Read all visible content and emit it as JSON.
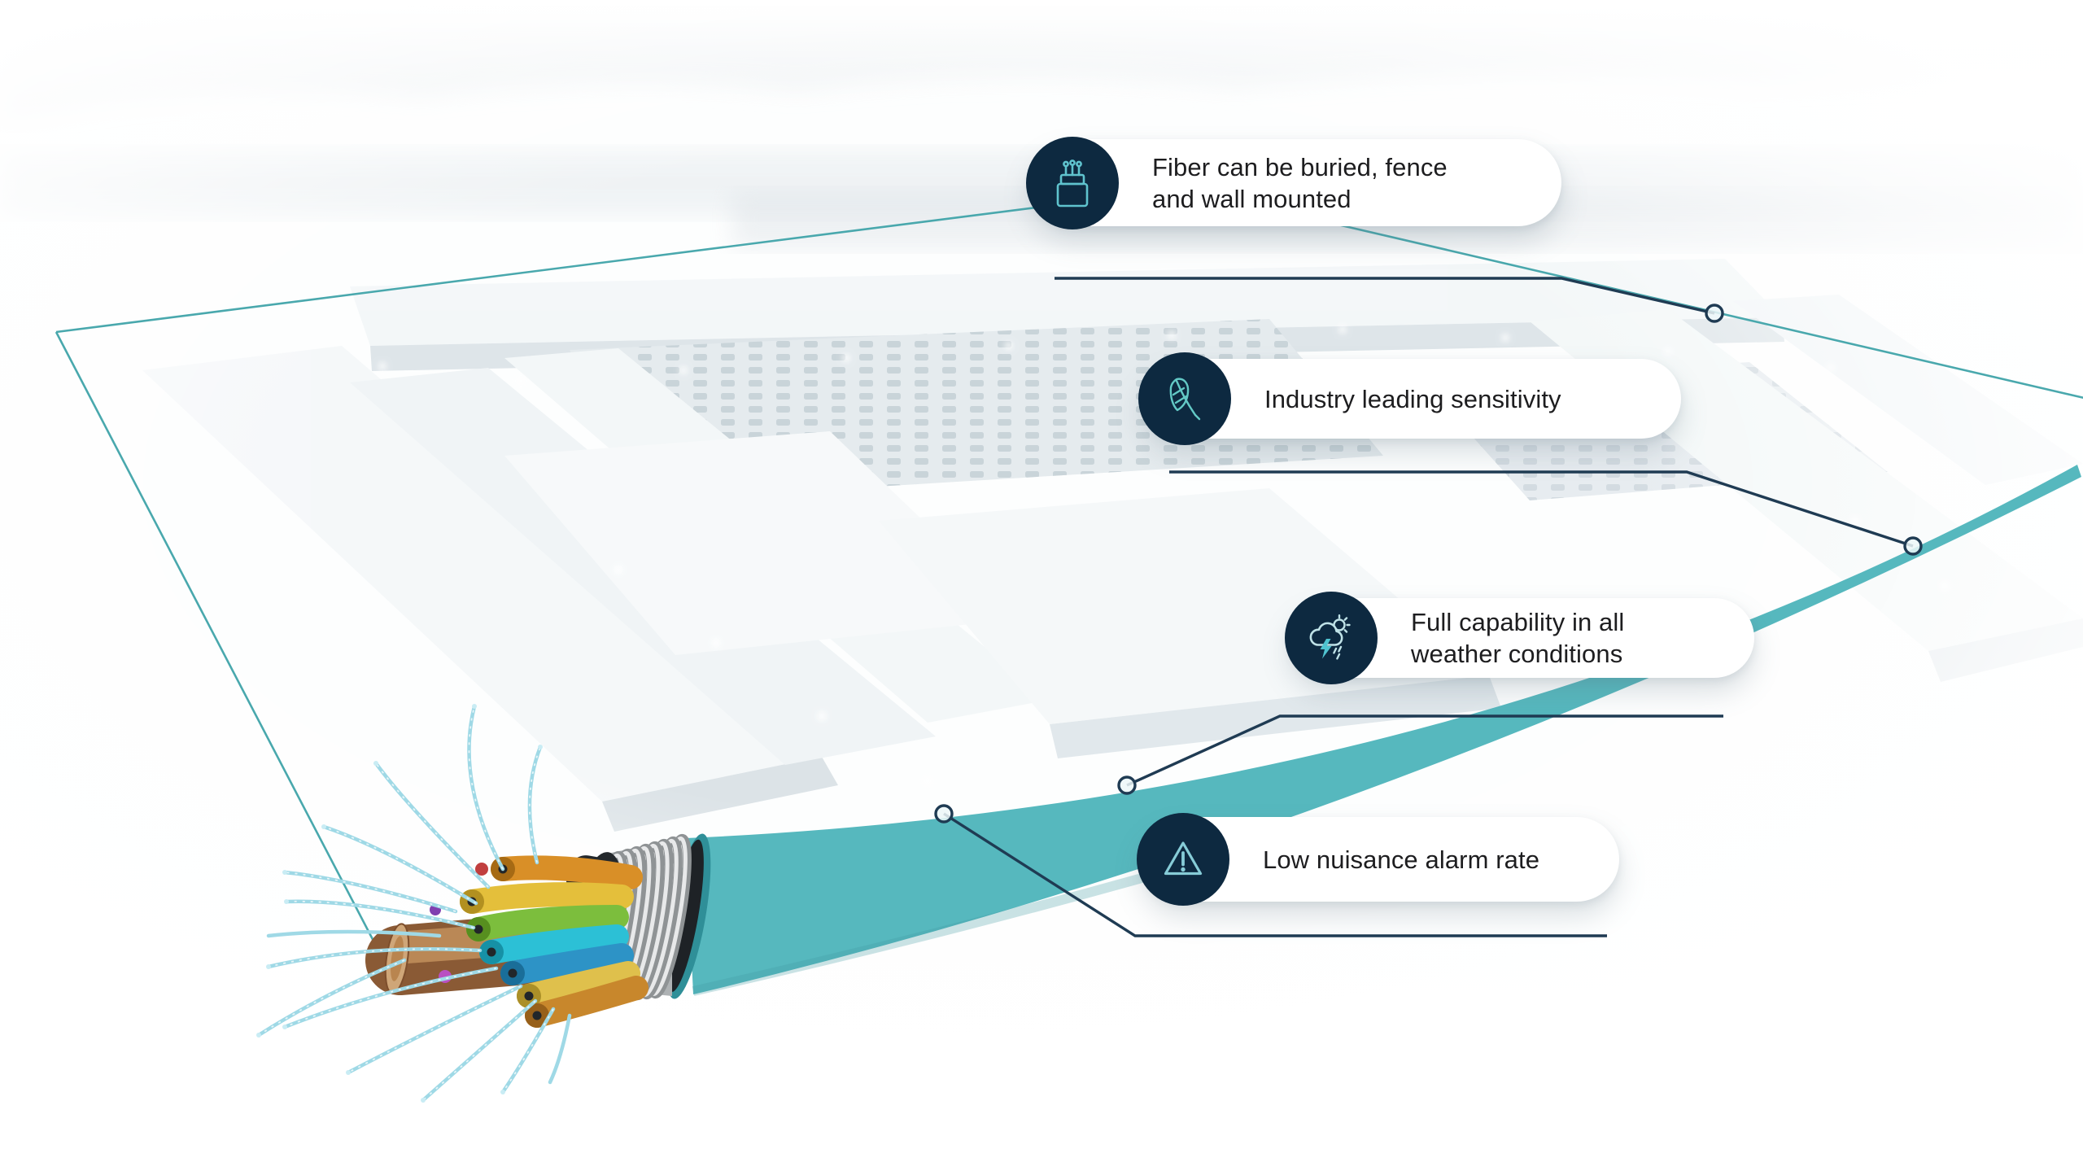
{
  "colors": {
    "page_bg": "#ffffff",
    "perimeter_teal": "#49a8ad",
    "cable_band_teal": "#56b8be",
    "icon_circle_navy": "#0d2940",
    "leader_line_navy": "#1f3b53",
    "pill_bg": "#ffffff",
    "pill_text": "#1d1d1f",
    "icon_stroke_teal": "#63c7d1"
  },
  "callouts": [
    {
      "icon": "fiber-cable-icon",
      "lines": [
        "Fiber can be buried, fence",
        "and wall mounted"
      ]
    },
    {
      "icon": "feather-icon",
      "lines": [
        "Industry leading sensitivity"
      ]
    },
    {
      "icon": "storm-cloud-icon",
      "lines": [
        "Full capability in all",
        "weather conditions"
      ]
    },
    {
      "icon": "warning-triangle-icon",
      "lines": [
        "Low nuisance alarm rate"
      ]
    }
  ],
  "scene": {
    "backdrop": "washed-out-aerial-photo-of-industrial-facility",
    "overlay": "teal-perimeter-detection-loop",
    "foreground": "fiber-optic-cable-cutaway"
  }
}
